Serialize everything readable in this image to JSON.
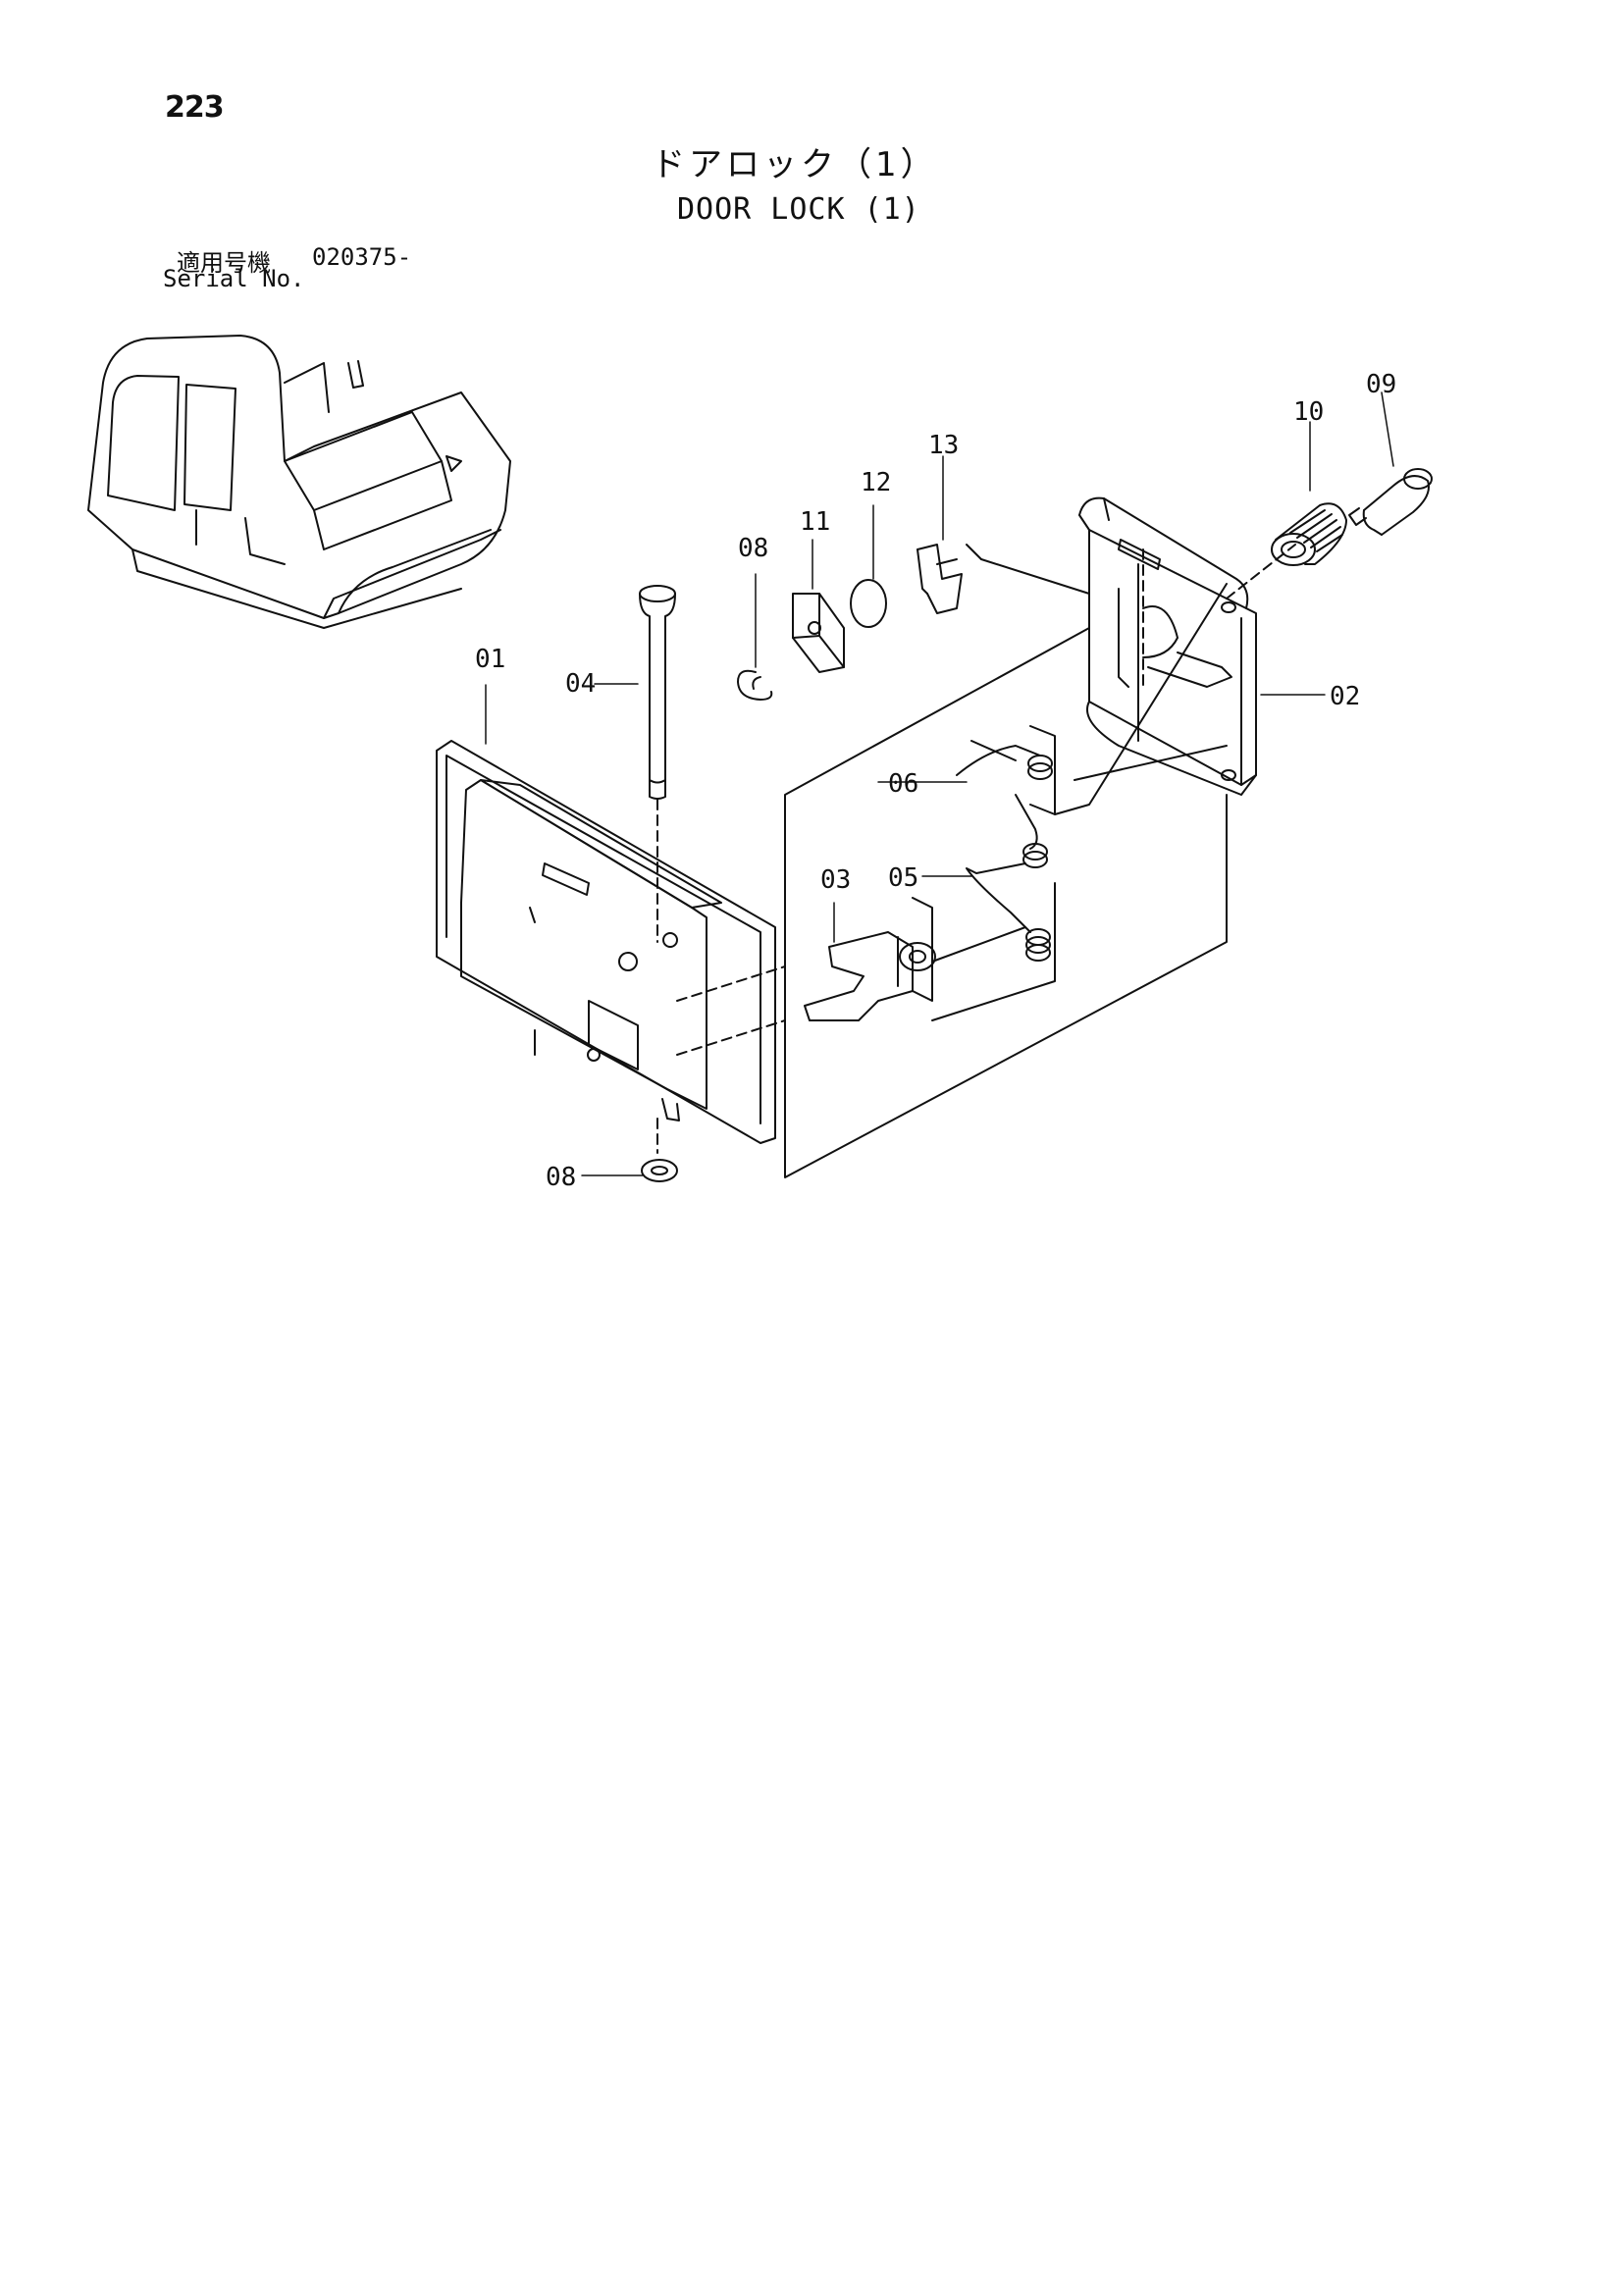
{
  "page_number": "223",
  "title_jp": "ドアロック（1）",
  "title_en": "DOOR LOCK (1)",
  "serial": {
    "label_jp": "適用号機",
    "value": "020375-",
    "label_en": "Serial No."
  },
  "callouts": {
    "c01": "01",
    "c02": "02",
    "c03": "03",
    "c04": "04",
    "c05": "05",
    "c06": "06",
    "c08_top": "08",
    "c08_bottom": "08",
    "c09": "09",
    "c10": "10",
    "c11": "11",
    "c12": "12",
    "c13": "13"
  }
}
